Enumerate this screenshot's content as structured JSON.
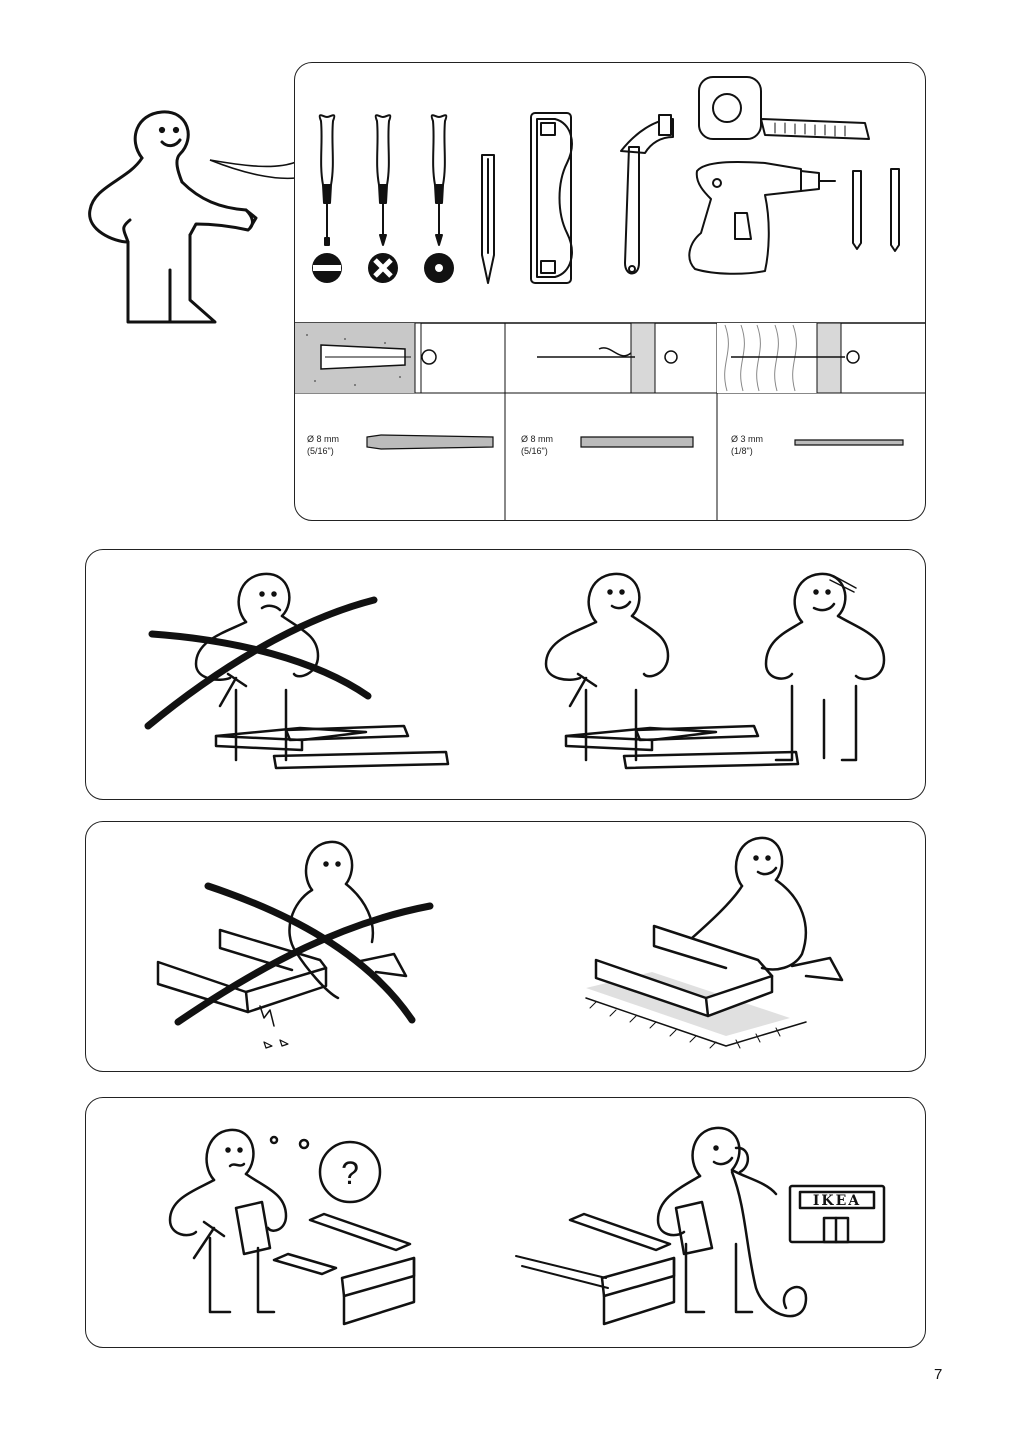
{
  "tools_panel": {
    "drill_bits": [
      {
        "size": "Ø 8 mm",
        "imperial": "(5/16\")"
      },
      {
        "size": "Ø 8 mm",
        "imperial": "(5/16\")"
      },
      {
        "size": "Ø 3 mm",
        "imperial": "(1/8\")"
      }
    ]
  },
  "store_sign": {
    "text": "IKEA"
  },
  "question_bubble": {
    "text": "?"
  },
  "page": {
    "number": "7"
  },
  "colors": {
    "line": "#111111",
    "concrete": "#c8c8c8",
    "floor_shadow": "#d8d8d8"
  }
}
